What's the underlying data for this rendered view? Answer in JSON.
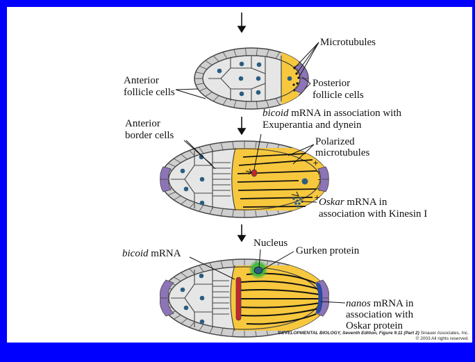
{
  "labels": {
    "microtubules": "Microtubules",
    "anterior_follicle": [
      "Anterior",
      "follicle cells"
    ],
    "posterior_follicle": [
      "Posterior",
      "follicle cells"
    ],
    "anterior_border": [
      "Anterior",
      "border cells"
    ],
    "bicoid_assoc": {
      "italic": "bicoid",
      "rest": " mRNA in association with",
      "line2": "Exuperantia and dynein"
    },
    "polarized": [
      "Polarized",
      "microtubules"
    ],
    "oskar": {
      "italic": "Oskar",
      "rest": " mRNA in",
      "line2": "association with Kinesin I"
    },
    "nucleus": "Nucleus",
    "bicoid_mrna": {
      "italic": "bicoid",
      "rest": " mRNA"
    },
    "gurken": "Gurken protein",
    "nanos": {
      "italic": "nanos",
      "rest": " mRNA in",
      "line2": "association with",
      "line3": "Oskar protein"
    }
  },
  "credit": {
    "book": "DEVELOPMENTAL BIOLOGY, Seventh Edition, Figure 9.11 (Part 2)",
    "publisher": " Sinauer Associates, Inc.",
    "copyright": "© 2003 All rights reserved."
  },
  "colors": {
    "background": "#0000ff",
    "oocyte": "#f7c83e",
    "nurse_cell": "#e6e6e6",
    "follicle": "#cfcfcf",
    "posterior_follicle": "#8d74b8",
    "nucleus": "#2a5d80",
    "bicoid": "#c1272d",
    "nanos": "#2b4aa0",
    "gurken": "#3cb43c"
  }
}
